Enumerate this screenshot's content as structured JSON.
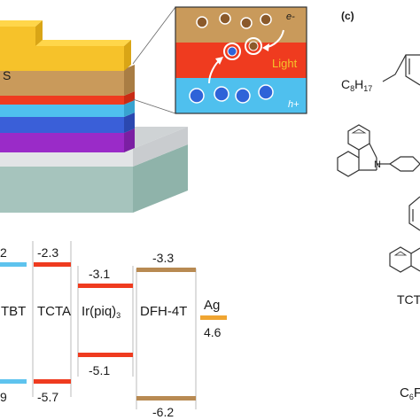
{
  "device": {
    "layer_letter": "S",
    "colors": {
      "top_gold": "#f6c22a",
      "tan": "#c99a5b",
      "red": "#ef3b1f",
      "cyan": "#4fc0ee",
      "blue": "#3a5fd8",
      "purple": "#9a2bc8",
      "glass": "#e2e4e6",
      "substrate": "#a6c4bd"
    }
  },
  "inset": {
    "electron_label": "e-",
    "light_label": "Light",
    "hole_label": "h+",
    "colors": {
      "top": "#c99a5b",
      "middle": "#ef3b1f",
      "bottom": "#4fc0ee",
      "electron": "#8b5a2b",
      "hole": "#2f63d8"
    }
  },
  "energy_diagram": {
    "materials": [
      {
        "name": "TBT",
        "lumo": "2",
        "homo": "9",
        "lumo_color": "#5ec3ee",
        "homo_color": "#5ec3ee"
      },
      {
        "name": "TCTA",
        "lumo": "-2.3",
        "homo": "-5.7",
        "lumo_color": "#ef3b1f",
        "homo_color": "#ef3b1f"
      },
      {
        "name": "Ir(piq)",
        "name_sub": "3",
        "lumo": "-3.1",
        "homo": "-5.1",
        "lumo_color": "#ef3b1f",
        "homo_color": "#ef3b1f"
      },
      {
        "name": "DFH-4T",
        "lumo": "-3.3",
        "homo": "-6.2",
        "lumo_color": "#b88a52",
        "homo_color": "#b88a52"
      },
      {
        "name": "Ag",
        "lumo": "",
        "homo": "4.6",
        "lumo_color": "#f0a531",
        "homo_color": "#f0a531"
      }
    ]
  },
  "panel_c": {
    "label": "(c)",
    "formula_top": {
      "main": "C",
      "sub1": "8",
      "mid": "H",
      "sub2": "17"
    },
    "tcta_label": "TCT",
    "formula_bottom": {
      "main": "C",
      "sub1": "6",
      "mid": "F"
    }
  }
}
